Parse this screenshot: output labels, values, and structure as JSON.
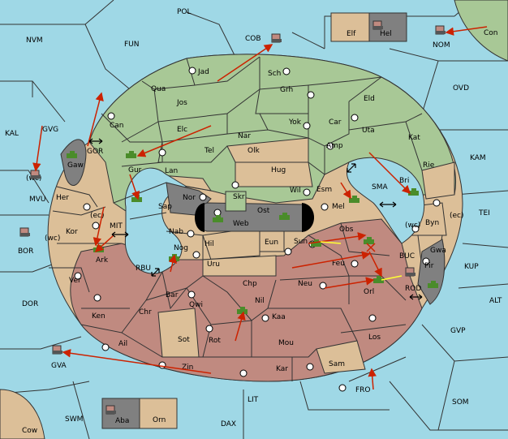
{
  "seas": [
    "POL",
    "NVM",
    "FUN",
    "COB",
    "NOM",
    "Con",
    "OVD",
    "KAL",
    "GVG",
    "MVU",
    "(wc)",
    "GOR",
    "KAM",
    "BOR",
    "MIT",
    "(ec)",
    "(wc)",
    "RBU",
    "SMA",
    "TEI",
    "KUP",
    "DOR",
    "ALT",
    "GVP",
    "GVA",
    "FRO",
    "SOM",
    "LIT",
    "SWM",
    "DAX",
    "Cow",
    "BUC",
    "ROD",
    "(wc)",
    "(ec)"
  ],
  "provinces_green": [
    "Jad",
    "Sch",
    "Qua",
    "Jos",
    "Grh",
    "Eld",
    "Can",
    "Elc",
    "Nar",
    "Yok",
    "Car",
    "Uta",
    "Kat",
    "Tel",
    "Olk",
    "Amp",
    "Gur",
    "Lan",
    "Hug",
    "Rie",
    "Bri",
    "Sap",
    "Nor",
    "Wil",
    "Esm",
    "Skr",
    "Ost",
    "Web",
    "Mel"
  ],
  "provinces_tan": [
    "Elf",
    "Orn",
    "Her",
    "Kor",
    "Ver",
    "Nab",
    "Hil",
    "Uru",
    "Eun",
    "Byn",
    "Gwa",
    "Sot",
    "Sam"
  ],
  "provinces_red": [
    "Ark",
    "Ken",
    "Ail",
    "Chr",
    "Nog",
    "Bar",
    "Qwi",
    "Rot",
    "Chp",
    "Nil",
    "Kaa",
    "Neu",
    "Mou",
    "Kar",
    "Zin",
    "Sun",
    "Obs",
    "Feu",
    "Orl",
    "Los"
  ],
  "provinces_gray": [
    "Hel",
    "Aba",
    "Gaw",
    "Pir"
  ],
  "arrows": [
    "double-arrow-gor",
    "double-arrow-mit",
    "double-arrow-rbu",
    "double-arrow-sma-1",
    "double-arrow-sma-2",
    "double-arrow-rod"
  ],
  "colors": {
    "sea": "#9fd8e6",
    "green": "#a8c896",
    "tan": "#dcbf98",
    "red": "#c08a80",
    "gray": "#808080",
    "order": "#cc2200",
    "support": "#ffff33"
  }
}
